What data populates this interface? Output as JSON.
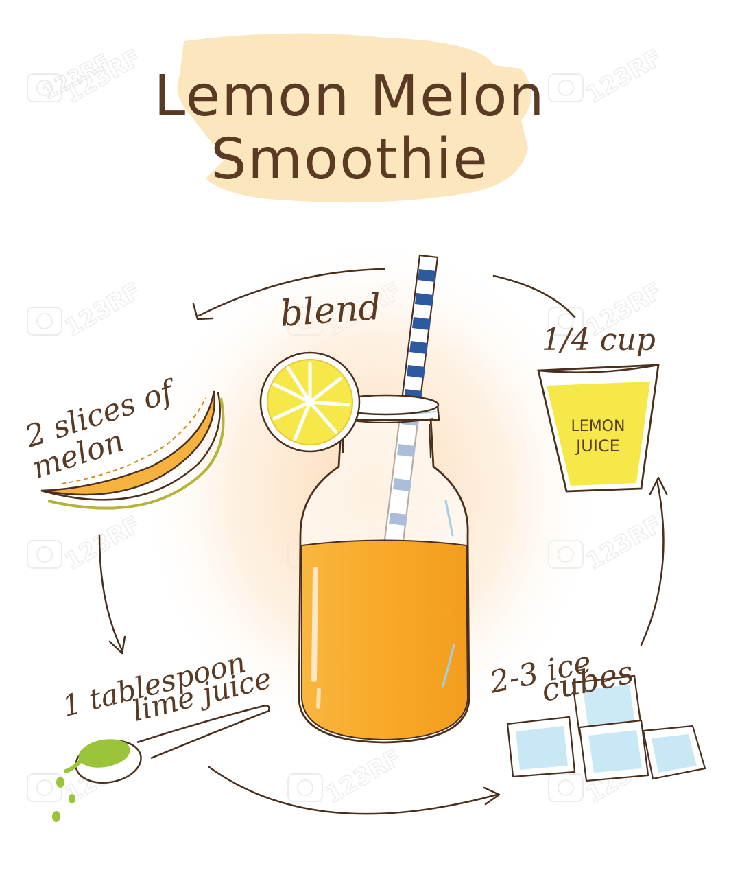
{
  "title": {
    "line1": "Lemon Melon",
    "line2": "Smoothie"
  },
  "steps": {
    "blend": "blend",
    "melon": {
      "line1": "2 slices of",
      "line2": "melon"
    },
    "lime": {
      "line1": "1 tablespoon",
      "line2": "lime juice"
    },
    "ice": {
      "line1": "2-3 ice",
      "line2": "cubes"
    },
    "cup": "1/4 cup",
    "lemon_juice": {
      "line1": "LEMON",
      "line2": "JUICE"
    }
  },
  "watermark": "123RF",
  "colors": {
    "ink": "#4a2f1c",
    "title_highlight": "#fbe7c0",
    "smoothie_orange": "#f6a623",
    "lemon_yellow": "#f7e84a",
    "melon_orange": "#f5b23e",
    "lime_green": "#9cc43a",
    "straw_blue": "#2c5aa0",
    "ice_blue": "#bfe4f4",
    "glow": "#fde2bf"
  }
}
